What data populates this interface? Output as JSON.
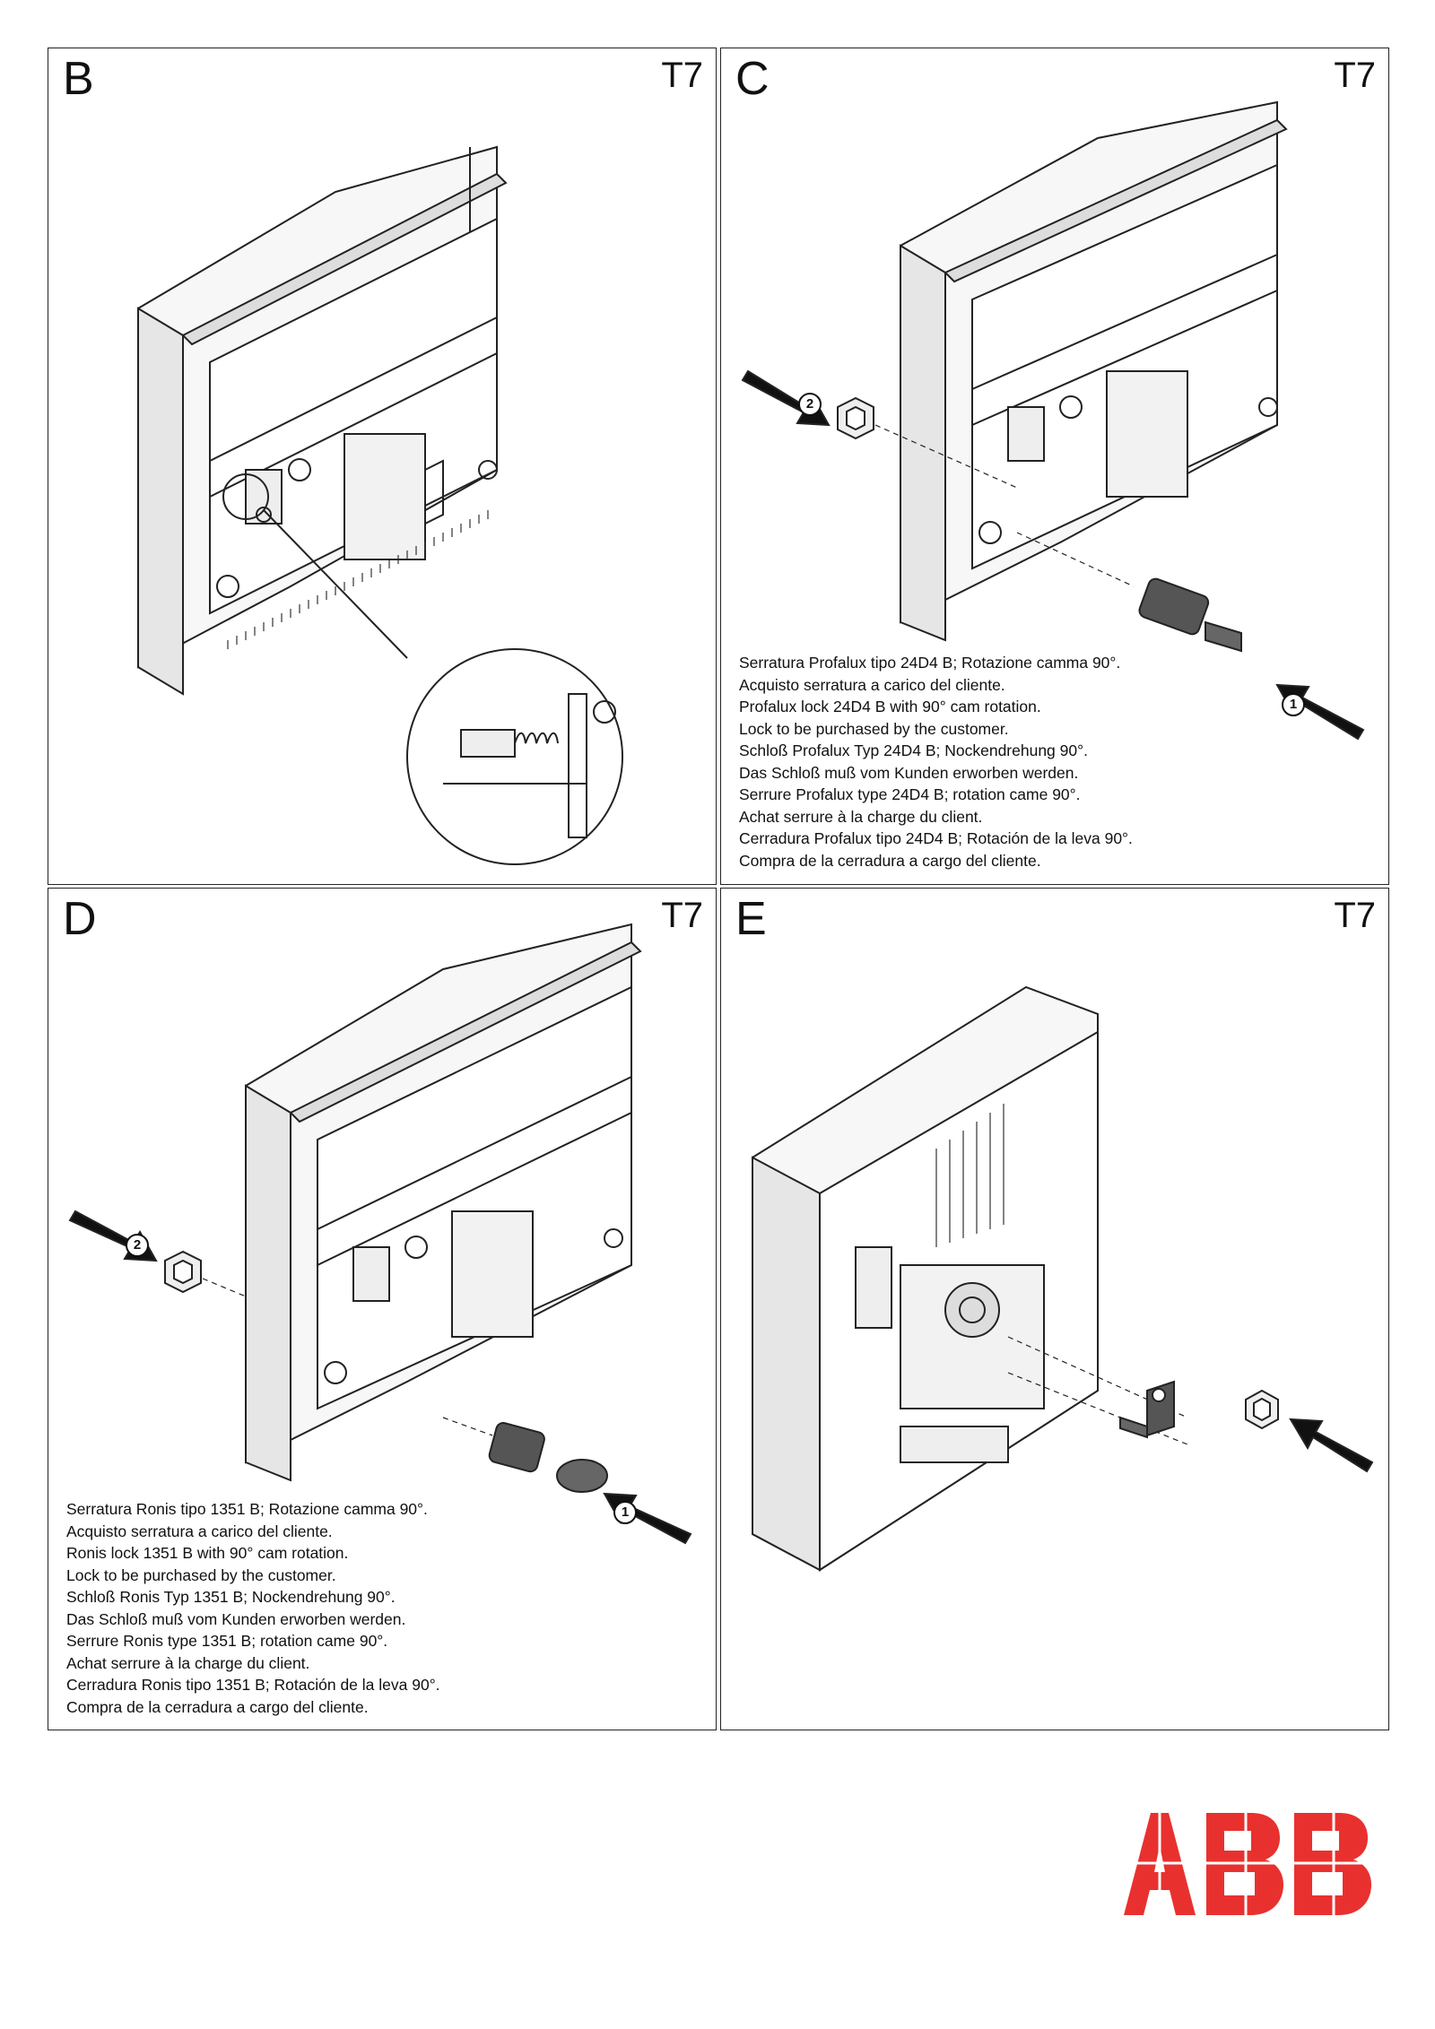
{
  "panels": {
    "B": {
      "letter": "B",
      "model": "T7"
    },
    "C": {
      "letter": "C",
      "model": "T7",
      "callouts": [
        "1",
        "2"
      ],
      "caption": [
        "Serratura Profalux tipo 24D4 B; Rotazione camma 90°.",
        "Acquisto serratura a carico del cliente.",
        "Profalux lock 24D4 B with 90° cam rotation.",
        "Lock to be purchased by the customer.",
        "Schloß Profalux Typ 24D4 B; Nockendrehung 90°.",
        "Das Schloß muß vom Kunden erworben werden.",
        "Serrure Profalux type 24D4 B; rotation came 90°.",
        "Achat serrure à la charge du client.",
        "Cerradura Profalux tipo 24D4 B; Rotación de la leva 90°.",
        "Compra de la cerradura a cargo del cliente."
      ]
    },
    "D": {
      "letter": "D",
      "model": "T7",
      "callouts": [
        "1",
        "2"
      ],
      "caption": [
        "Serratura Ronis tipo 1351 B; Rotazione camma 90°.",
        "Acquisto serratura a carico del cliente.",
        "Ronis lock 1351 B with 90° cam rotation.",
        "Lock to be purchased by the customer.",
        "Schloß Ronis Typ 1351 B; Nockendrehung 90°.",
        "Das Schloß muß vom Kunden erworben werden.",
        "Serrure Ronis type 1351 B; rotation came 90°.",
        "Achat serrure à la charge du client.",
        "Cerradura Ronis tipo 1351 B; Rotación de la leva 90°.",
        "Compra de la cerradura a cargo del cliente."
      ]
    },
    "E": {
      "letter": "E",
      "model": "T7"
    }
  },
  "logo": {
    "text": "ABB",
    "color": "#e8312f"
  }
}
